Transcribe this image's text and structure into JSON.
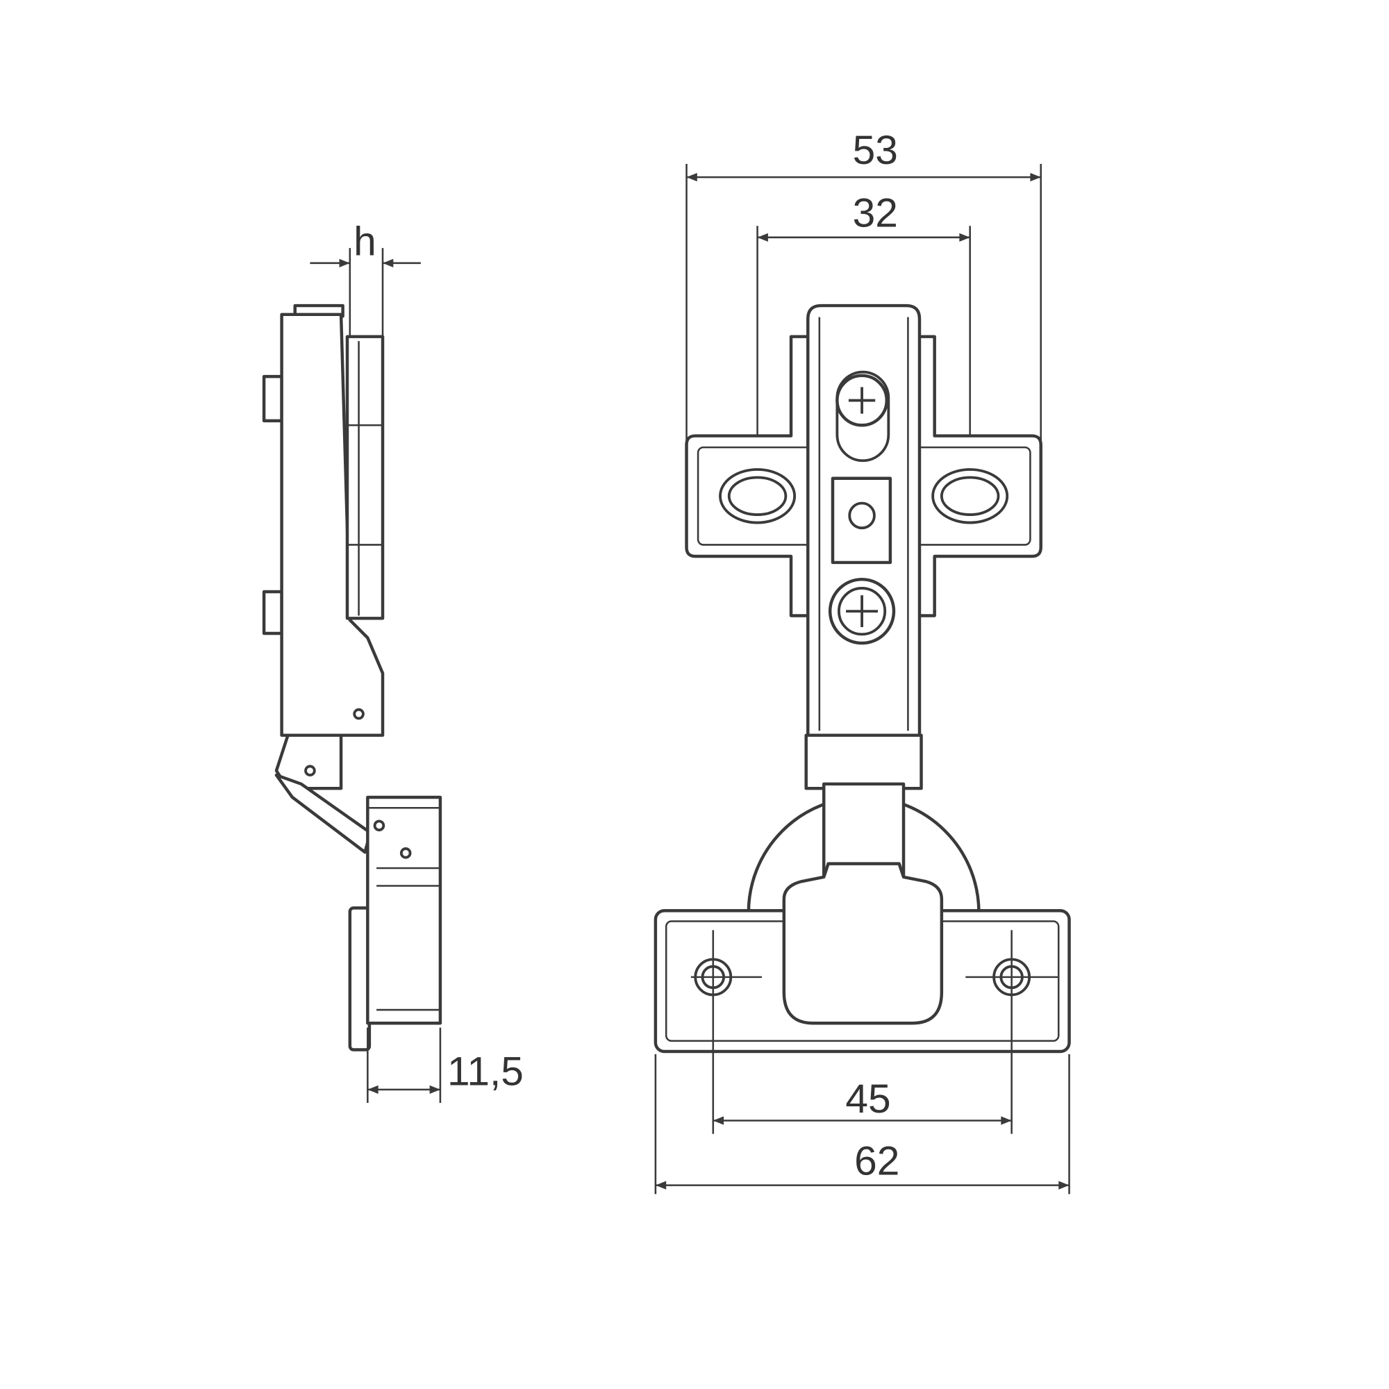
{
  "title": "Concealed hinge dimension drawing",
  "dimensions": {
    "front_overall_plate_width": "53",
    "front_hole_spacing": "32",
    "side_overlay": "h",
    "side_cup_depth": "11,5",
    "base_hole_spacing": "45",
    "base_width": "62"
  },
  "colors": {
    "line": "#3a3a3a",
    "background": "#ffffff"
  }
}
